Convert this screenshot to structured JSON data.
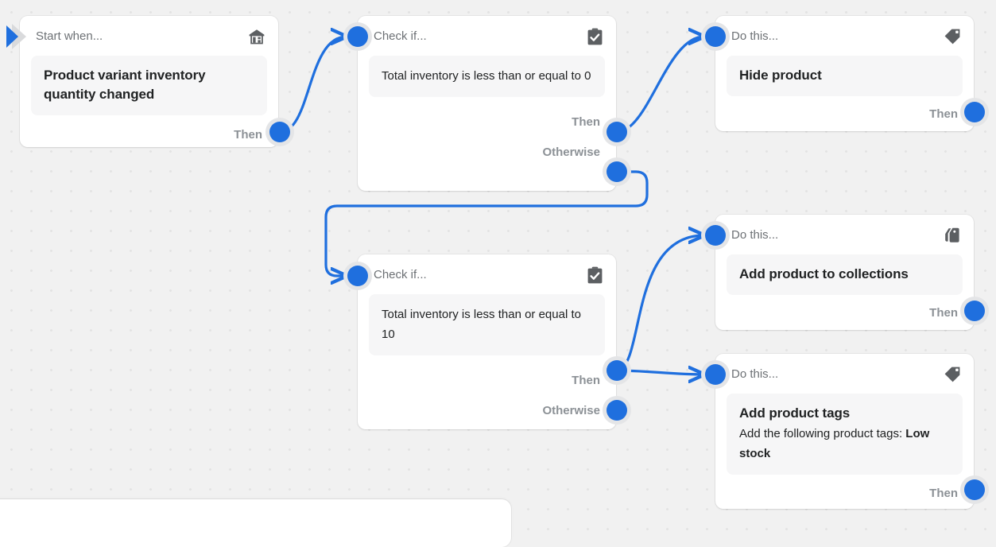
{
  "canvas": {
    "background_color": "#f1f1f1",
    "dot_color": "#e3e3e3",
    "accent_color": "#1f6fde",
    "card_color": "#ffffff",
    "body_color": "#f6f6f7",
    "header_text_color": "#6d7175",
    "port_label_color": "#8c9196"
  },
  "nodes": {
    "trigger": {
      "header": "Start when...",
      "icon": "warehouse-icon",
      "title": "Product variant inventory quantity changed",
      "then_label": "Then"
    },
    "condition_1": {
      "header": "Check if...",
      "icon": "clipboard-check-icon",
      "text": "Total inventory is less than or equal to 0",
      "then_label": "Then",
      "otherwise_label": "Otherwise"
    },
    "action_hide_product": {
      "header": "Do this...",
      "icon": "tag-icon",
      "title": "Hide product",
      "then_label": "Then"
    },
    "condition_2": {
      "header": "Check if...",
      "icon": "clipboard-check-icon",
      "text": "Total inventory is less than or equal to 10",
      "then_label": "Then",
      "otherwise_label": "Otherwise"
    },
    "action_add_collections": {
      "header": "Do this...",
      "icon": "collections-icon",
      "title": "Add product to collections",
      "then_label": "Then"
    },
    "action_add_tags": {
      "header": "Do this...",
      "icon": "tag-icon",
      "title": "Add product tags",
      "description_prefix": "Add the following product tags: ",
      "description_value": "Low stock",
      "then_label": "Then"
    }
  }
}
